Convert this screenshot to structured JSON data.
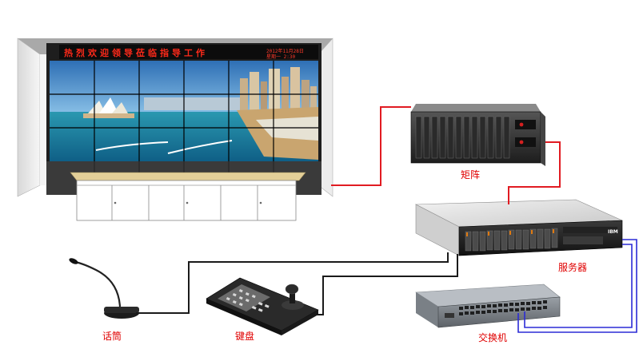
{
  "ticker": {
    "message": "热烈欢迎领导莅临指导工作",
    "date": "2012年11月28日",
    "time": "星期一 2:30"
  },
  "devices": {
    "matrix": {
      "label": "矩阵"
    },
    "server": {
      "label": "服务器",
      "brand": "IBM"
    },
    "microphone": {
      "label": "话筒"
    },
    "keyboard": {
      "label": "键盘"
    },
    "switch": {
      "label": "交换机"
    }
  },
  "colors": {
    "cable_red": "#e11b22",
    "cable_black": "#1a1a1a",
    "cable_blue": "#2b2bd6",
    "label_red": "#e00000"
  }
}
